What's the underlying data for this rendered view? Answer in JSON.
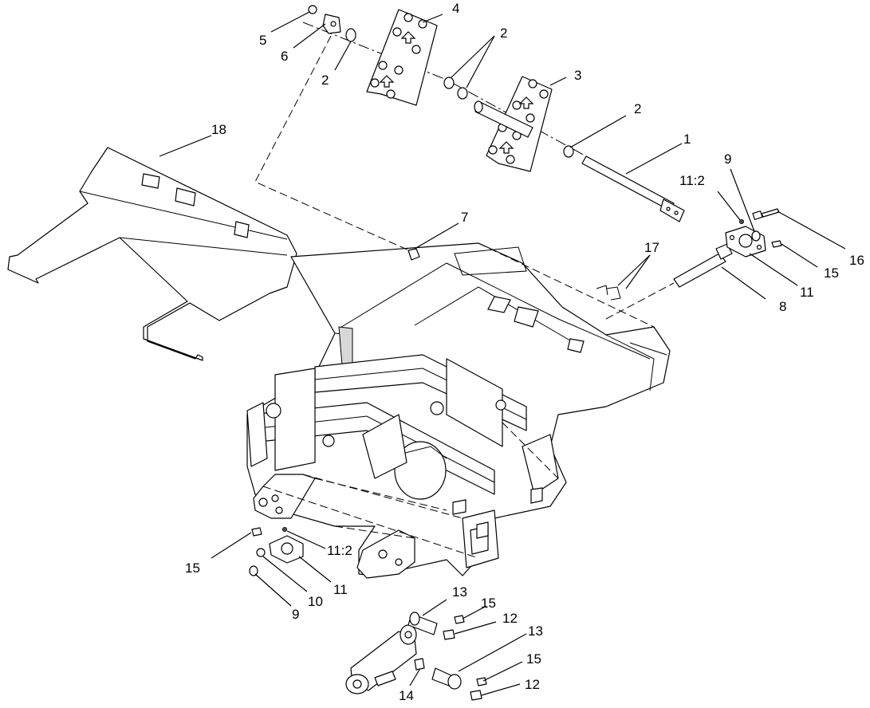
{
  "callouts": {
    "c1": "1",
    "c2a": "2",
    "c2b": "2",
    "c2c": "2",
    "c3": "3",
    "c4": "4",
    "c5": "5",
    "c6": "6",
    "c7": "7",
    "c8": "8",
    "c9a": "9",
    "c9b": "9",
    "c10": "10",
    "c11a": "11",
    "c11b": "11",
    "c11_2a": "11:2",
    "c11_2b": "11:2",
    "c12a": "12",
    "c12b": "12",
    "c13a": "13",
    "c13b": "13",
    "c14": "14",
    "c15a": "15",
    "c15b": "15",
    "c15c": "15",
    "c15d": "15",
    "c16": "16",
    "c17": "17",
    "c18": "18"
  }
}
